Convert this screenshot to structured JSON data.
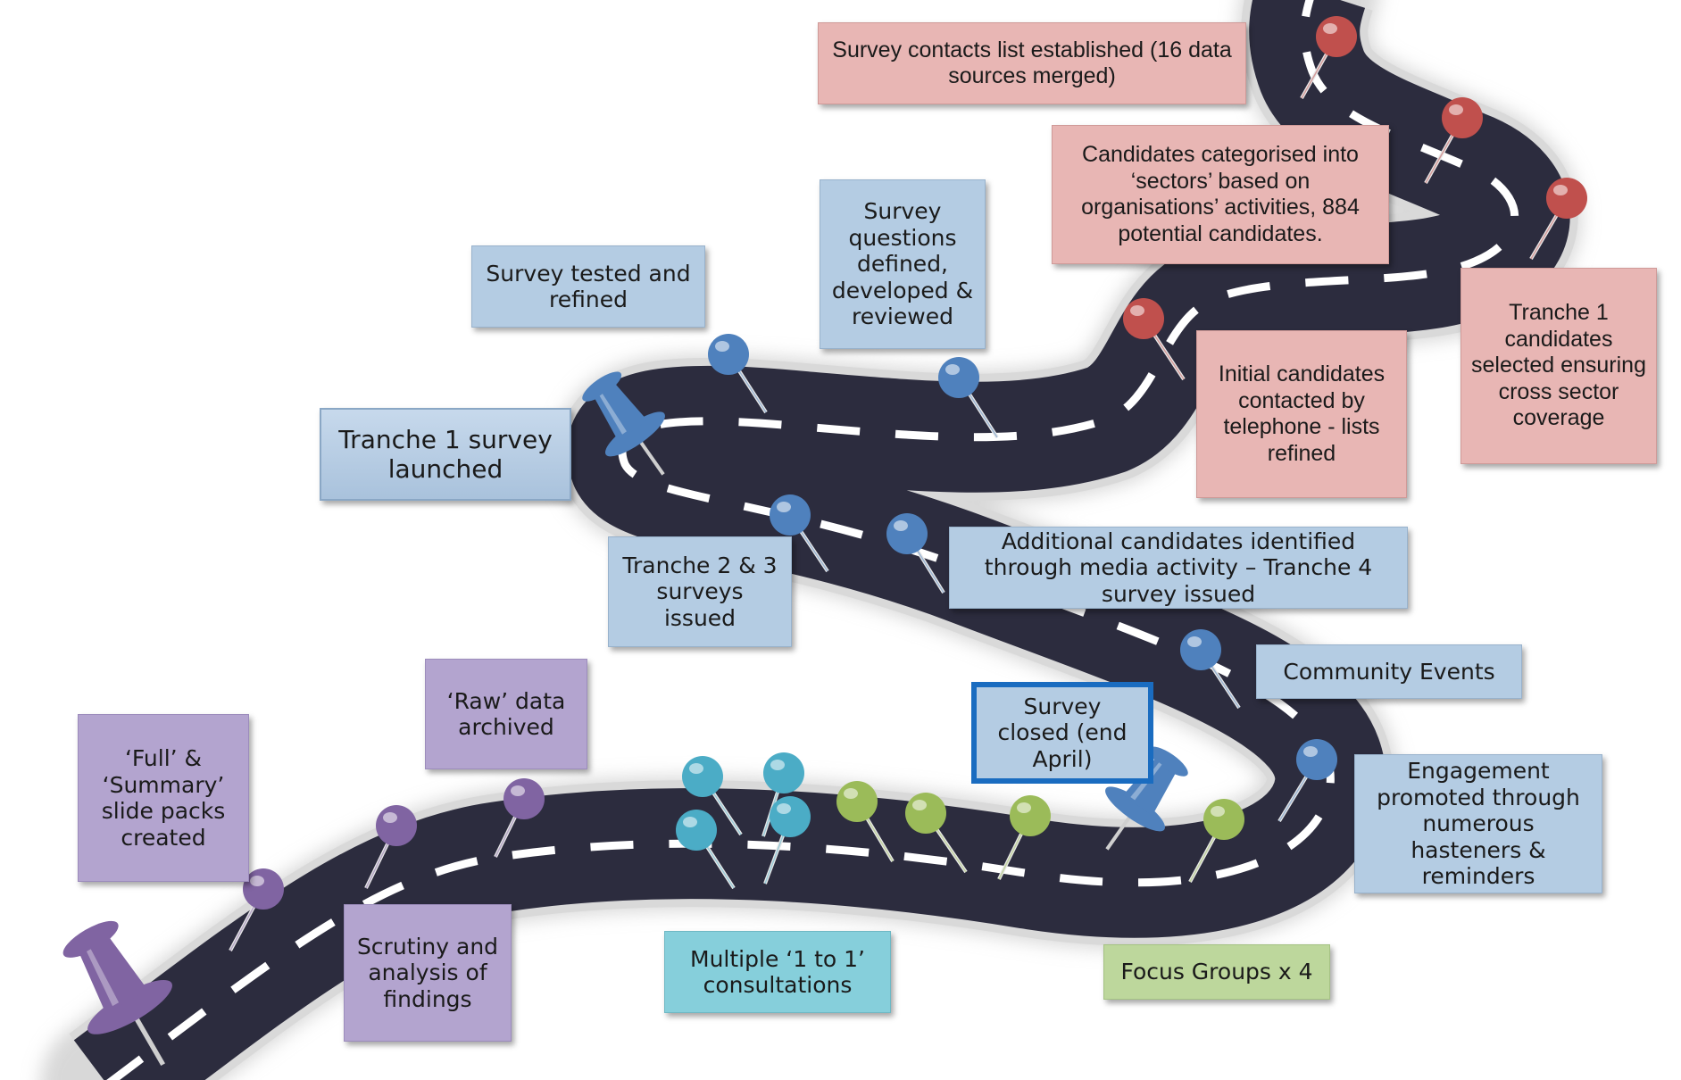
{
  "colors": {
    "road": "#2c2c3e",
    "road_edge": "#d9d9d9",
    "lane_marking": "#ffffff",
    "pink_box": "#e8b6b4",
    "blue_box": "#b4cce3",
    "purple_box": "#b3a4cf",
    "teal_box": "#86cfdb",
    "green_box": "#bdd79c",
    "pin_red": "#c0504d",
    "pin_blue": "#4f81bd",
    "pin_purple": "#8064a2",
    "pin_teal": "#4bacc6",
    "pin_green": "#9bbb59"
  },
  "milestones": {
    "contacts_list": "Survey contacts list established (16 data sources merged)",
    "candidates_categorised": "Candidates categorised into ‘sectors’ based on organisations’ activities, 884 potential candidates.",
    "tranche1_selected": "Tranche 1 candidates selected ensuring cross sector coverage",
    "initial_contacted": "Initial candidates contacted by telephone - lists refined",
    "questions_defined": "Survey questions defined, developed & reviewed",
    "tested_refined": "Survey tested and refined",
    "tranche1_launched": "Tranche 1 survey launched",
    "tranche23": "Tranche 2 & 3 surveys issued",
    "additional_candidates": "Additional candidates identified through media activity – Tranche 4 survey issued",
    "community_events": "Community Events",
    "survey_closed": "Survey closed (end April)",
    "engagement_promoted": "Engagement promoted through numerous hasteners & reminders",
    "raw_data": "‘Raw’ data archived",
    "slide_packs": "‘Full’ & ‘Summary’ slide packs created",
    "scrutiny": "Scrutiny and analysis of findings",
    "consultations": "Multiple ‘1 to 1’ consultations",
    "focus_groups": "Focus Groups x 4"
  },
  "pins": [
    {
      "name": "pin-contacts-list",
      "color": "pin_red"
    },
    {
      "name": "pin-candidates-categorised",
      "color": "pin_red"
    },
    {
      "name": "pin-tranche1-selected",
      "color": "pin_red"
    },
    {
      "name": "pin-initial-contacted",
      "color": "pin_red"
    },
    {
      "name": "pin-questions-defined",
      "color": "pin_blue"
    },
    {
      "name": "pin-tested-refined",
      "color": "pin_blue"
    },
    {
      "name": "pin-tranche23",
      "color": "pin_blue"
    },
    {
      "name": "pin-additional-candidates",
      "color": "pin_blue"
    },
    {
      "name": "pin-community-events",
      "color": "pin_blue"
    },
    {
      "name": "pin-engagement-promoted",
      "color": "pin_blue"
    },
    {
      "name": "pin-consultation-1",
      "color": "pin_teal"
    },
    {
      "name": "pin-consultation-2",
      "color": "pin_teal"
    },
    {
      "name": "pin-consultation-3",
      "color": "pin_teal"
    },
    {
      "name": "pin-consultation-4",
      "color": "pin_teal"
    },
    {
      "name": "pin-focus-group-1",
      "color": "pin_green"
    },
    {
      "name": "pin-focus-group-2",
      "color": "pin_green"
    },
    {
      "name": "pin-focus-group-3",
      "color": "pin_green"
    },
    {
      "name": "pin-focus-group-4",
      "color": "pin_green"
    },
    {
      "name": "pin-raw-data",
      "color": "pin_purple"
    },
    {
      "name": "pin-scrutiny",
      "color": "pin_purple"
    },
    {
      "name": "pin-slide-packs",
      "color": "pin_purple"
    }
  ],
  "thumbtacks": [
    {
      "name": "thumbtack-launch",
      "color": "pin_blue"
    },
    {
      "name": "thumbtack-survey-closed",
      "color": "pin_blue"
    },
    {
      "name": "thumbtack-start",
      "color": "pin_purple"
    }
  ]
}
